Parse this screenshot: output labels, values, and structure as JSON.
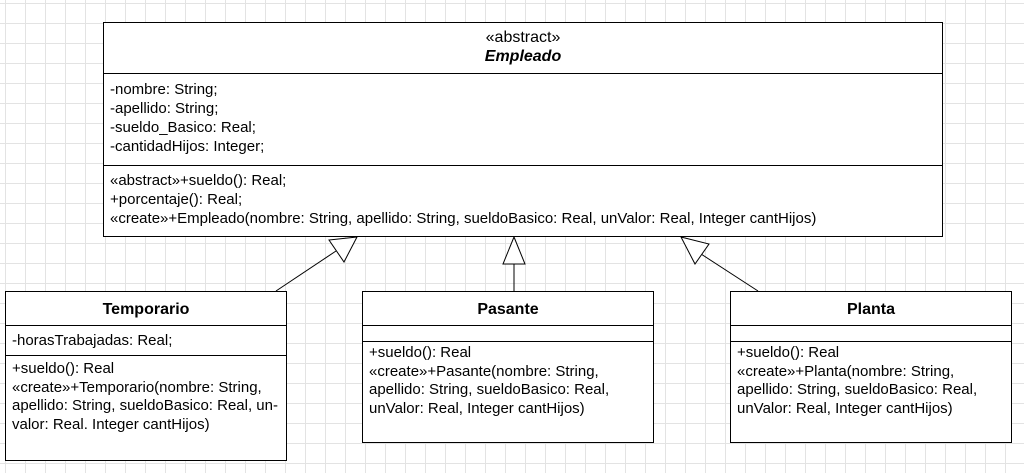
{
  "base_class": {
    "stereotype": "«abstract»",
    "name": "Empleado",
    "attributes": [
      "-nombre: String;",
      "-apellido: String;",
      "-sueldo_Basico: Real;",
      "-cantidadHijos: Integer;"
    ],
    "operations": [
      "«abstract»+sueldo(): Real;",
      "+porcentaje(): Real;",
      "«create»+Empleado(nombre: String, apellido: String, sueldoBasico: Real, unValor: Real, Integer cantHijos)"
    ]
  },
  "subclasses": [
    {
      "name": "Temporario",
      "attributes": [
        "-horasTrabajadas: Real;"
      ],
      "operations": [
        "+sueldo(): Real",
        "«create»+Temporario(nombre: String, apellido: String, sueldoBasico: Real, un-valor: Real. Integer cantHijos)"
      ]
    },
    {
      "name": "Pasante",
      "attributes": [],
      "operations": [
        "+sueldo(): Real",
        "«create»+Pasante(nombre: String, apellido: String, sueldoBasico: Real, unValor: Real, Integer cantHijos)"
      ]
    },
    {
      "name": "Planta",
      "attributes": [],
      "operations": [
        "+sueldo(): Real",
        "«create»+Planta(nombre: String, apellido: String, sueldoBasico: Real, unValor: Real, Integer cantHijos)"
      ]
    }
  ],
  "relationships": [
    {
      "type": "generalization",
      "from": "Temporario",
      "to": "Empleado"
    },
    {
      "type": "generalization",
      "from": "Pasante",
      "to": "Empleado"
    },
    {
      "type": "generalization",
      "from": "Planta",
      "to": "Empleado"
    }
  ]
}
